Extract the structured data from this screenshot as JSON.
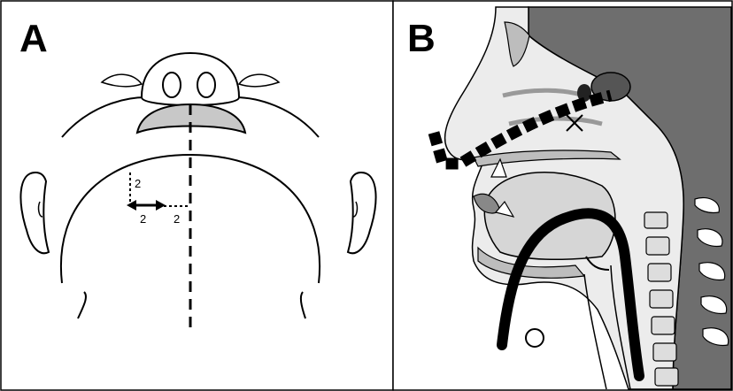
{
  "panels": [
    {
      "label": "A",
      "dimension_labels": [
        "2",
        "2",
        "2"
      ]
    },
    {
      "label": "B",
      "marks": [
        "×",
        "○"
      ]
    }
  ]
}
